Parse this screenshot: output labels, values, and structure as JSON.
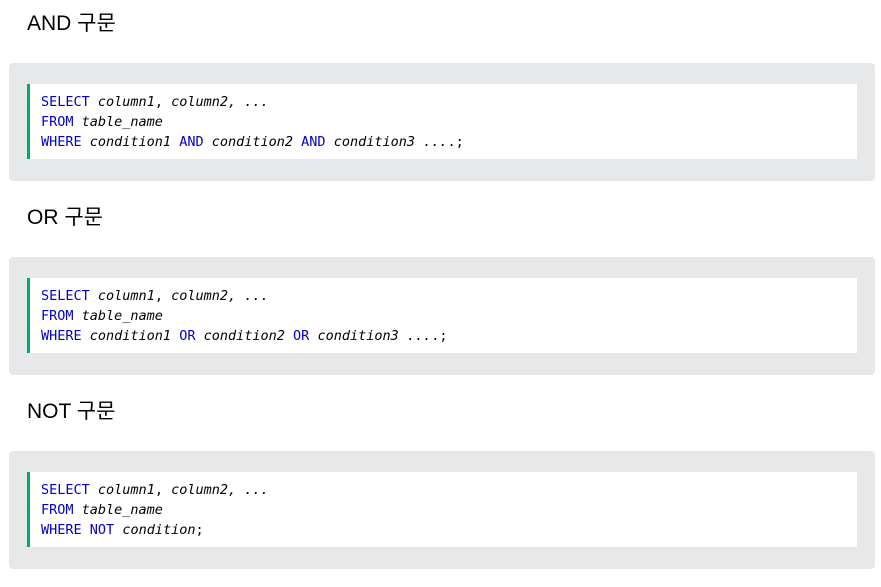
{
  "colors": {
    "keyword": "#0000cd",
    "accent_border": "#04aa6d",
    "panel_background": "#e7e8e9"
  },
  "sections": [
    {
      "title": "AND 구문",
      "lines": [
        [
          {
            "t": "kw",
            "v": "SELECT"
          },
          {
            "t": "pl",
            "v": " "
          },
          {
            "t": "it",
            "v": "column1"
          },
          {
            "t": "pl",
            "v": ", "
          },
          {
            "t": "it",
            "v": "column2, ..."
          }
        ],
        [
          {
            "t": "kw",
            "v": "FROM"
          },
          {
            "t": "pl",
            "v": " "
          },
          {
            "t": "it",
            "v": "table_name"
          }
        ],
        [
          {
            "t": "kw",
            "v": "WHERE"
          },
          {
            "t": "pl",
            "v": " "
          },
          {
            "t": "it",
            "v": "condition1"
          },
          {
            "t": "pl",
            "v": " "
          },
          {
            "t": "kw",
            "v": "AND"
          },
          {
            "t": "pl",
            "v": " "
          },
          {
            "t": "it",
            "v": "condition2"
          },
          {
            "t": "pl",
            "v": " "
          },
          {
            "t": "kw",
            "v": "AND"
          },
          {
            "t": "pl",
            "v": " "
          },
          {
            "t": "it",
            "v": "condition3 ..."
          },
          {
            "t": "pl",
            "v": ".;"
          }
        ]
      ]
    },
    {
      "title": "OR 구문",
      "lines": [
        [
          {
            "t": "kw",
            "v": "SELECT"
          },
          {
            "t": "pl",
            "v": " "
          },
          {
            "t": "it",
            "v": "column1"
          },
          {
            "t": "pl",
            "v": ", "
          },
          {
            "t": "it",
            "v": "column2, ..."
          }
        ],
        [
          {
            "t": "kw",
            "v": "FROM"
          },
          {
            "t": "pl",
            "v": " "
          },
          {
            "t": "it",
            "v": "table_name"
          }
        ],
        [
          {
            "t": "kw",
            "v": "WHERE"
          },
          {
            "t": "pl",
            "v": " "
          },
          {
            "t": "it",
            "v": "condition1"
          },
          {
            "t": "pl",
            "v": " "
          },
          {
            "t": "kw",
            "v": "OR"
          },
          {
            "t": "pl",
            "v": " "
          },
          {
            "t": "it",
            "v": "condition2"
          },
          {
            "t": "pl",
            "v": " "
          },
          {
            "t": "kw",
            "v": "OR"
          },
          {
            "t": "pl",
            "v": " "
          },
          {
            "t": "it",
            "v": "condition3 ..."
          },
          {
            "t": "pl",
            "v": ".;"
          }
        ]
      ]
    },
    {
      "title": "NOT 구문",
      "lines": [
        [
          {
            "t": "kw",
            "v": "SELECT"
          },
          {
            "t": "pl",
            "v": " "
          },
          {
            "t": "it",
            "v": "column1"
          },
          {
            "t": "pl",
            "v": ", "
          },
          {
            "t": "it",
            "v": "column2, ..."
          }
        ],
        [
          {
            "t": "kw",
            "v": "FROM"
          },
          {
            "t": "pl",
            "v": " "
          },
          {
            "t": "it",
            "v": "table_name"
          }
        ],
        [
          {
            "t": "kw",
            "v": "WHERE"
          },
          {
            "t": "pl",
            "v": " "
          },
          {
            "t": "kw",
            "v": "NOT"
          },
          {
            "t": "pl",
            "v": " "
          },
          {
            "t": "it",
            "v": "condition"
          },
          {
            "t": "pl",
            "v": ";"
          }
        ]
      ]
    }
  ]
}
